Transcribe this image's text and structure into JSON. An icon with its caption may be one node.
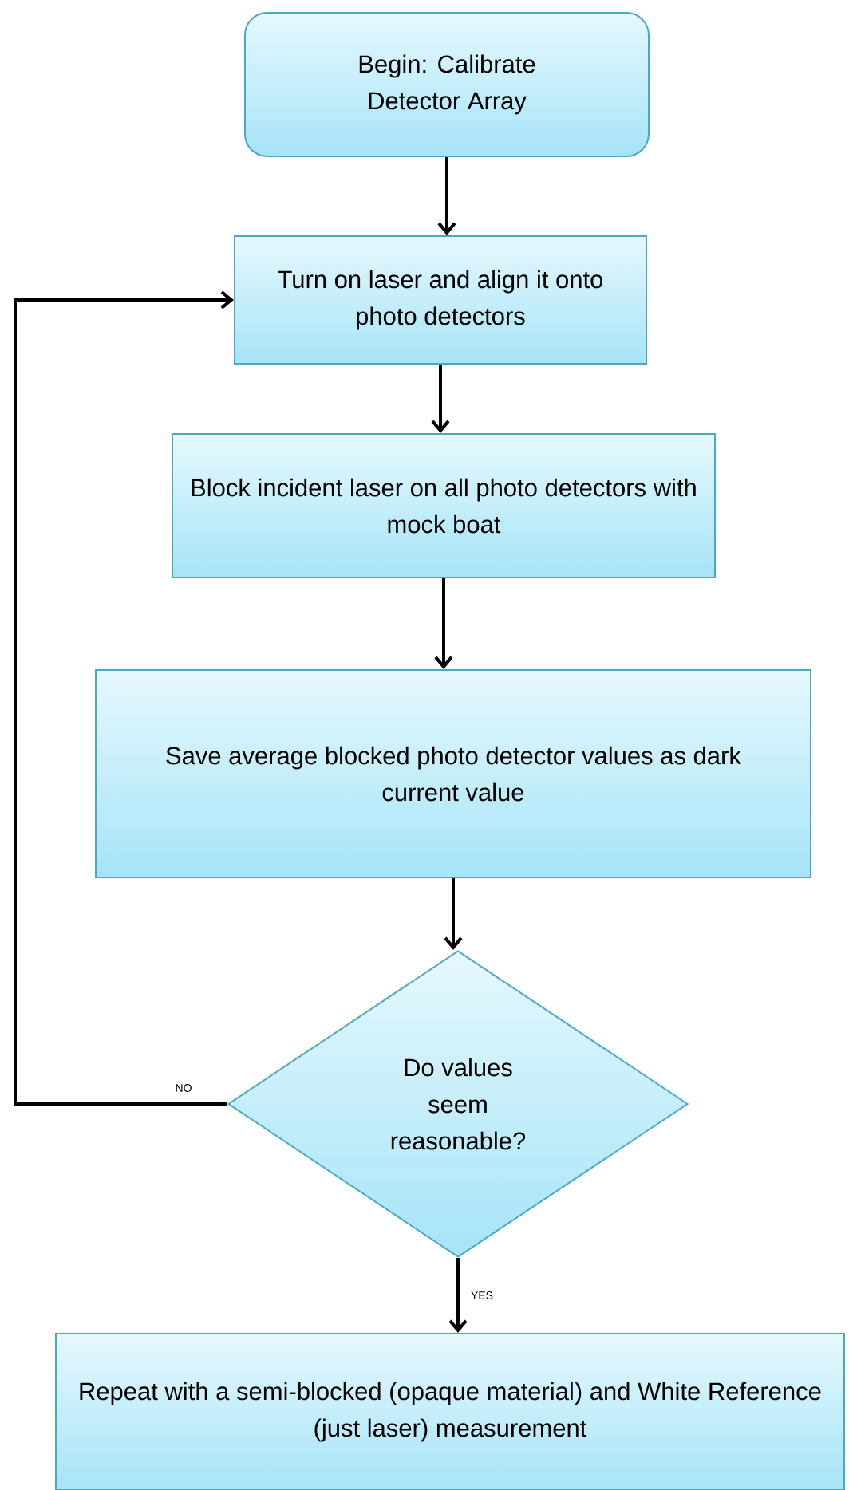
{
  "diagram": {
    "nodes": [
      {
        "text": [
          "Begin: Calibrate Detector Array"
        ]
      },
      {
        "text": [
          "Turn on laser and align it onto photo detectors"
        ]
      },
      {
        "text": [
          "Block incident laser on all photo detectors with mock boat"
        ]
      },
      {
        "text": [
          "Save average blocked photo detector values as dark current value"
        ]
      },
      {
        "text": [
          "Do values seem reasonable?"
        ]
      },
      {
        "text": [
          "Repeat with a semi-blocked (opaque material) and White Reference (just laser) measurement"
        ]
      }
    ],
    "edges": [
      {
        "from": 0,
        "to": 1,
        "arrow": "to"
      },
      {
        "from": 1,
        "to": 2,
        "arrow": "to"
      },
      {
        "from": 2,
        "to": 3,
        "arrow": "to"
      },
      {
        "from": 3,
        "to": 4,
        "arrow": "to"
      },
      {
        "from": 4,
        "to": 5,
        "arrow": "to",
        "label": "YES"
      },
      {
        "from": 4,
        "to": 1,
        "arrow": "to",
        "label": "NO"
      }
    ]
  }
}
